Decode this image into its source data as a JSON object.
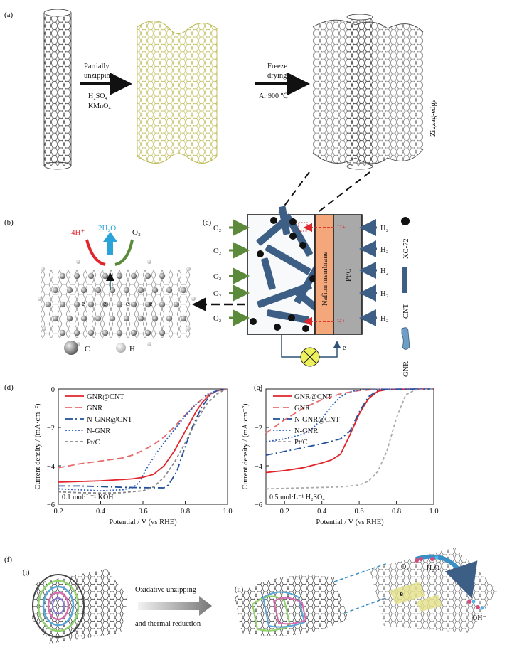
{
  "panel_labels": {
    "a": "(a)",
    "b": "(b)",
    "c": "(c)",
    "d": "(d)",
    "e": "(e)",
    "f": "(f)",
    "fi": "(i)",
    "fii": "(ii)"
  },
  "panel_a": {
    "step1_line1": "Partially",
    "step1_line2": "unzipping",
    "step1_reagent1": "H₂SO₄",
    "step1_reagent2": "KMnO₄",
    "step2_line1": "Freeze",
    "step2_line2": "drying",
    "step2_cond": "Ar 900 ℃",
    "edge_label": "Zigzag-edge"
  },
  "panel_b": {
    "reactant_h": "4H⁺",
    "product": "2H₂O",
    "reactant_o": "O₂",
    "electron": "e⁻",
    "legend_c": "C",
    "legend_h": "H"
  },
  "panel_c": {
    "o2": "O₂",
    "h2": "H₂",
    "hplus": "H⁺",
    "membrane": "Nafion membrane",
    "anode": "Pt/C",
    "electron": "e⁻",
    "legend": [
      "XC-72",
      "CNT",
      "GNR"
    ]
  },
  "chart_data": [
    {
      "type": "line",
      "panel": "d",
      "xlabel": "Potential / V (vs RHE)",
      "ylabel": "Current density / (mA·cm⁻²)",
      "xlim": [
        0.2,
        1.0
      ],
      "ylim": [
        -6,
        0
      ],
      "xticks": [
        "0.2",
        "0.4",
        "0.6",
        "0.8",
        "1.0"
      ],
      "yticks": [
        "0",
        "-2",
        "-4",
        "-6"
      ],
      "annotation": "0.1 mol·L⁻¹ KOH",
      "series": [
        {
          "name": "GNR@CNT",
          "color": "#e0262b",
          "dash": "solid",
          "x": [
            0.2,
            0.3,
            0.4,
            0.5,
            0.55,
            0.6,
            0.65,
            0.7,
            0.75,
            0.8,
            0.85,
            0.88,
            0.92,
            0.95,
            0.98,
            1.0
          ],
          "y": [
            -4.85,
            -4.82,
            -4.78,
            -4.72,
            -4.68,
            -4.6,
            -4.45,
            -4.0,
            -3.2,
            -2.2,
            -1.2,
            -0.7,
            -0.25,
            -0.1,
            -0.03,
            -0.02
          ]
        },
        {
          "name": "GNR",
          "color": "#e86a6a",
          "dash": "long",
          "x": [
            0.2,
            0.3,
            0.4,
            0.5,
            0.55,
            0.6,
            0.65,
            0.7,
            0.75,
            0.8,
            0.85,
            0.9,
            0.95,
            1.0
          ],
          "y": [
            -4.1,
            -3.9,
            -3.75,
            -3.6,
            -3.45,
            -3.2,
            -2.9,
            -2.5,
            -1.95,
            -1.35,
            -0.8,
            -0.35,
            -0.1,
            -0.02
          ]
        },
        {
          "name": "N-GNR@CNT",
          "color": "#1f4f9a",
          "dash": "dashdot",
          "x": [
            0.2,
            0.3,
            0.4,
            0.5,
            0.6,
            0.7,
            0.72,
            0.76,
            0.8,
            0.84,
            0.88,
            0.92,
            0.95,
            1.0
          ],
          "y": [
            -5.05,
            -5.05,
            -5.08,
            -5.12,
            -5.14,
            -5.15,
            -5.0,
            -4.3,
            -3.0,
            -1.8,
            -0.9,
            -0.3,
            -0.08,
            -0.02
          ]
        },
        {
          "name": "N-GNR",
          "color": "#2f5fc0",
          "dash": "dot",
          "x": [
            0.2,
            0.3,
            0.4,
            0.5,
            0.55,
            0.58,
            0.62,
            0.66,
            0.7,
            0.75,
            0.8,
            0.85,
            0.9,
            0.95,
            1.0
          ],
          "y": [
            -5.2,
            -5.25,
            -5.3,
            -5.25,
            -5.15,
            -4.9,
            -4.1,
            -3.4,
            -2.8,
            -2.1,
            -1.4,
            -0.8,
            -0.3,
            -0.08,
            -0.02
          ]
        },
        {
          "name": "Pt/C",
          "color": "#888888",
          "dash": "short",
          "x": [
            0.2,
            0.3,
            0.4,
            0.5,
            0.6,
            0.65,
            0.7,
            0.75,
            0.8,
            0.85,
            0.9,
            0.95,
            0.98,
            1.0
          ],
          "y": [
            -5.35,
            -5.4,
            -5.42,
            -5.4,
            -5.3,
            -5.1,
            -4.6,
            -3.8,
            -2.8,
            -1.7,
            -0.8,
            -0.25,
            -0.08,
            -0.02
          ]
        }
      ]
    },
    {
      "type": "line",
      "panel": "e",
      "xlabel": "Potential / V (vs RHE)",
      "ylabel": "Current density / (mA·cm⁻²)",
      "xlim": [
        0.1,
        1.0
      ],
      "ylim": [
        -6,
        0
      ],
      "xticks": [
        "0.2",
        "0.4",
        "0.6",
        "0.8",
        "1.0"
      ],
      "yticks": [
        "0",
        "-2",
        "-4",
        "-6"
      ],
      "annotation": "0.5 mol·L⁻¹ H₂SO₄",
      "series": [
        {
          "name": "GNR@CNT",
          "color": "#e0262b",
          "dash": "solid",
          "x": [
            0.1,
            0.2,
            0.3,
            0.4,
            0.45,
            0.5,
            0.55,
            0.6,
            0.65,
            0.7,
            0.75,
            0.8,
            1.0
          ],
          "y": [
            -4.35,
            -4.25,
            -4.1,
            -3.85,
            -3.7,
            -3.4,
            -2.4,
            -1.3,
            -0.5,
            -0.12,
            -0.03,
            -0.01,
            0.0
          ]
        },
        {
          "name": "GNR",
          "color": "#e86a6a",
          "dash": "long",
          "x": [
            0.1,
            0.2,
            0.3,
            0.4,
            0.5,
            0.6,
            0.7,
            0.75,
            1.0
          ],
          "y": [
            -2.3,
            -1.6,
            -1.0,
            -0.55,
            -0.25,
            -0.08,
            -0.02,
            -0.01,
            0.0
          ]
        },
        {
          "name": "N-GNR@CNT",
          "color": "#1f4f9a",
          "dash": "dashdot",
          "x": [
            0.1,
            0.2,
            0.3,
            0.4,
            0.5,
            0.55,
            0.6,
            0.65,
            0.7,
            0.75,
            1.0
          ],
          "y": [
            -3.45,
            -3.25,
            -3.05,
            -2.85,
            -2.6,
            -2.2,
            -1.2,
            -0.4,
            -0.08,
            -0.02,
            0.0
          ]
        },
        {
          "name": "N-GNR",
          "color": "#2f5fc0",
          "dash": "dot",
          "x": [
            0.1,
            0.2,
            0.3,
            0.35,
            0.4,
            0.45,
            0.5,
            0.55,
            0.6,
            0.7,
            1.0
          ],
          "y": [
            -2.75,
            -2.6,
            -2.35,
            -2.05,
            -1.55,
            -0.9,
            -0.4,
            -0.15,
            -0.05,
            -0.01,
            0.0
          ]
        },
        {
          "name": "Pt/C",
          "color": "#aaaaaa",
          "dash": "short",
          "x": [
            0.1,
            0.3,
            0.5,
            0.6,
            0.65,
            0.7,
            0.75,
            0.8,
            0.85,
            0.9,
            1.0
          ],
          "y": [
            -5.2,
            -5.15,
            -5.1,
            -5.0,
            -4.8,
            -4.3,
            -3.2,
            -1.5,
            -0.3,
            -0.05,
            0.0
          ]
        }
      ]
    }
  ],
  "panel_f": {
    "arrow_line1": "Oxidative unzipping",
    "arrow_line2": "and thermal reduction",
    "o2": "O₂",
    "h2o": "H₂O",
    "electron": "e",
    "oh": "OH⁻"
  }
}
